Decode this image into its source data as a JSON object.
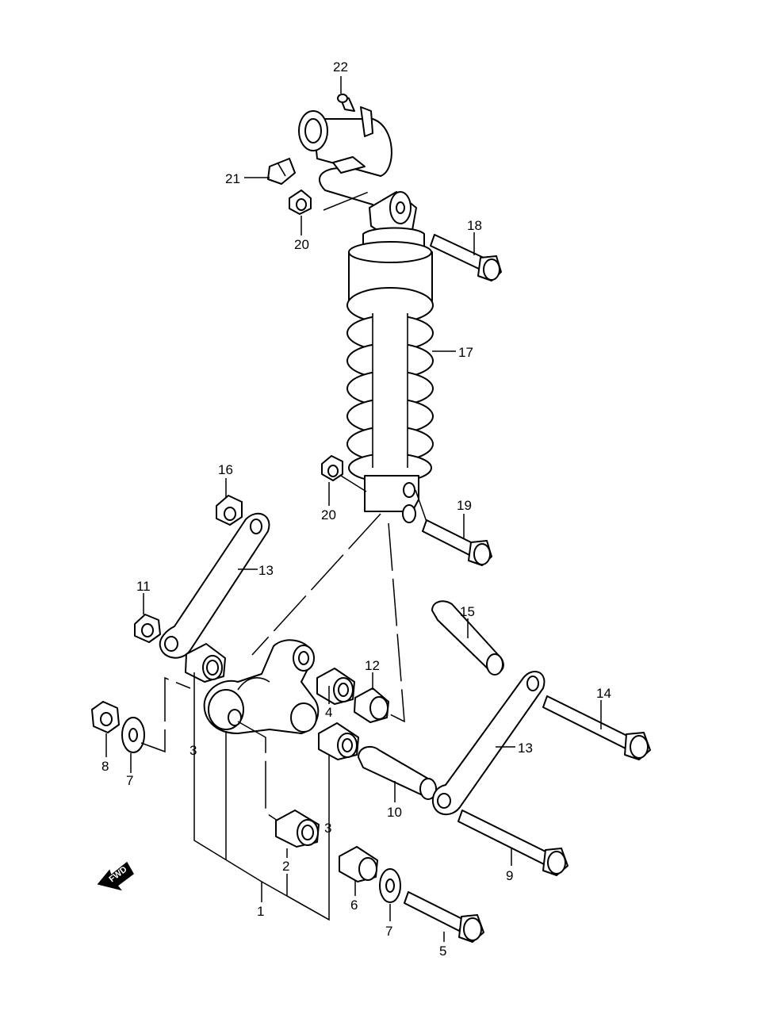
{
  "diagram": {
    "callouts": {
      "c1": "1",
      "c2": "2",
      "c3a": "3",
      "c3b": "3",
      "c4": "4",
      "c5": "5",
      "c6": "6",
      "c7a": "7",
      "c7b": "7",
      "c8": "8",
      "c9": "9",
      "c10": "10",
      "c11": "11",
      "c12": "12",
      "c13a": "13",
      "c13b": "13",
      "c14": "14",
      "c15": "15",
      "c16": "16",
      "c17": "17",
      "c18": "18",
      "c19": "19",
      "c20a": "20",
      "c20b": "20",
      "c21": "21",
      "c22": "22"
    },
    "direction_badge": "FWD"
  }
}
